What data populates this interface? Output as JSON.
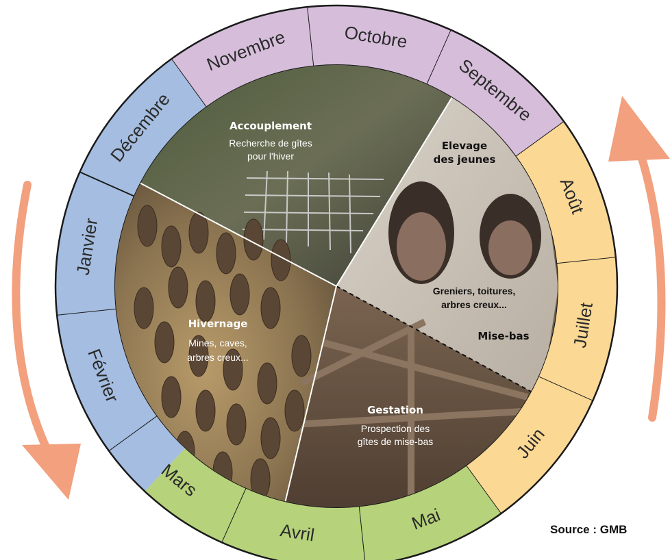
{
  "months": [
    {
      "label": "Janvier",
      "season": "winter"
    },
    {
      "label": "Février",
      "season": "winter"
    },
    {
      "label": "Mars",
      "season": "mixed"
    },
    {
      "label": "Avril",
      "season": "spring"
    },
    {
      "label": "Mai",
      "season": "spring"
    },
    {
      "label": "Juin",
      "season": "summer"
    },
    {
      "label": "Juillet",
      "season": "summer"
    },
    {
      "label": "Août",
      "season": "summer"
    },
    {
      "label": "Septembre",
      "season": "autumn"
    },
    {
      "label": "Octobre",
      "season": "autumn"
    },
    {
      "label": "Novembre",
      "season": "autumn"
    },
    {
      "label": "Décembre",
      "season": "winter"
    }
  ],
  "colors": {
    "winter": "#a4bde0",
    "spring": "#b6d27a",
    "summer": "#fbd894",
    "autumn": "#d6bedb",
    "arrow": "#f2a07e"
  },
  "sections": {
    "accouplement": {
      "title": "Accouplement",
      "sub1": "Recherche de gîtes",
      "sub2": "pour l'hiver"
    },
    "elevage": {
      "title1": "Elevage",
      "title2": "des jeunes",
      "sub1": "Greniers, toitures,",
      "sub2": "arbres creux...",
      "mise_bas": "Mise-bas"
    },
    "hivernage": {
      "title": "Hivernage",
      "sub1": "Mines, caves,",
      "sub2": "arbres creux..."
    },
    "gestation": {
      "title": "Gestation",
      "sub1": "Prospection des",
      "sub2": "gîtes de mise-bas"
    }
  },
  "source": "Source : GMB"
}
